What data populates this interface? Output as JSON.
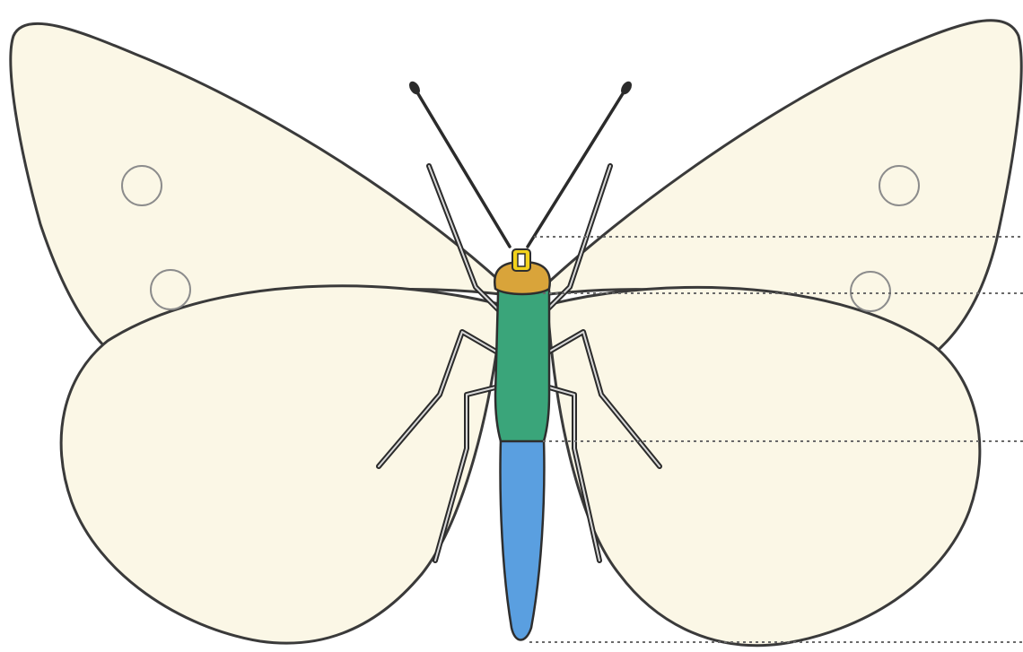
{
  "diagram": {
    "subject": "butterfly-anatomy",
    "labels": []
  },
  "colors": {
    "wing_fill": "#fbf7e6",
    "wing_stroke": "#3a3a3a",
    "head": "#d9a43a",
    "head_eye": "#f2d21b",
    "thorax": "#3aa57a",
    "abdomen": "#5a9fe0",
    "leg": "#2b2b2b",
    "leader_line": "#6a6a6a"
  },
  "parts": [
    "head",
    "thorax",
    "abdomen",
    "wings",
    "antennae",
    "legs"
  ]
}
